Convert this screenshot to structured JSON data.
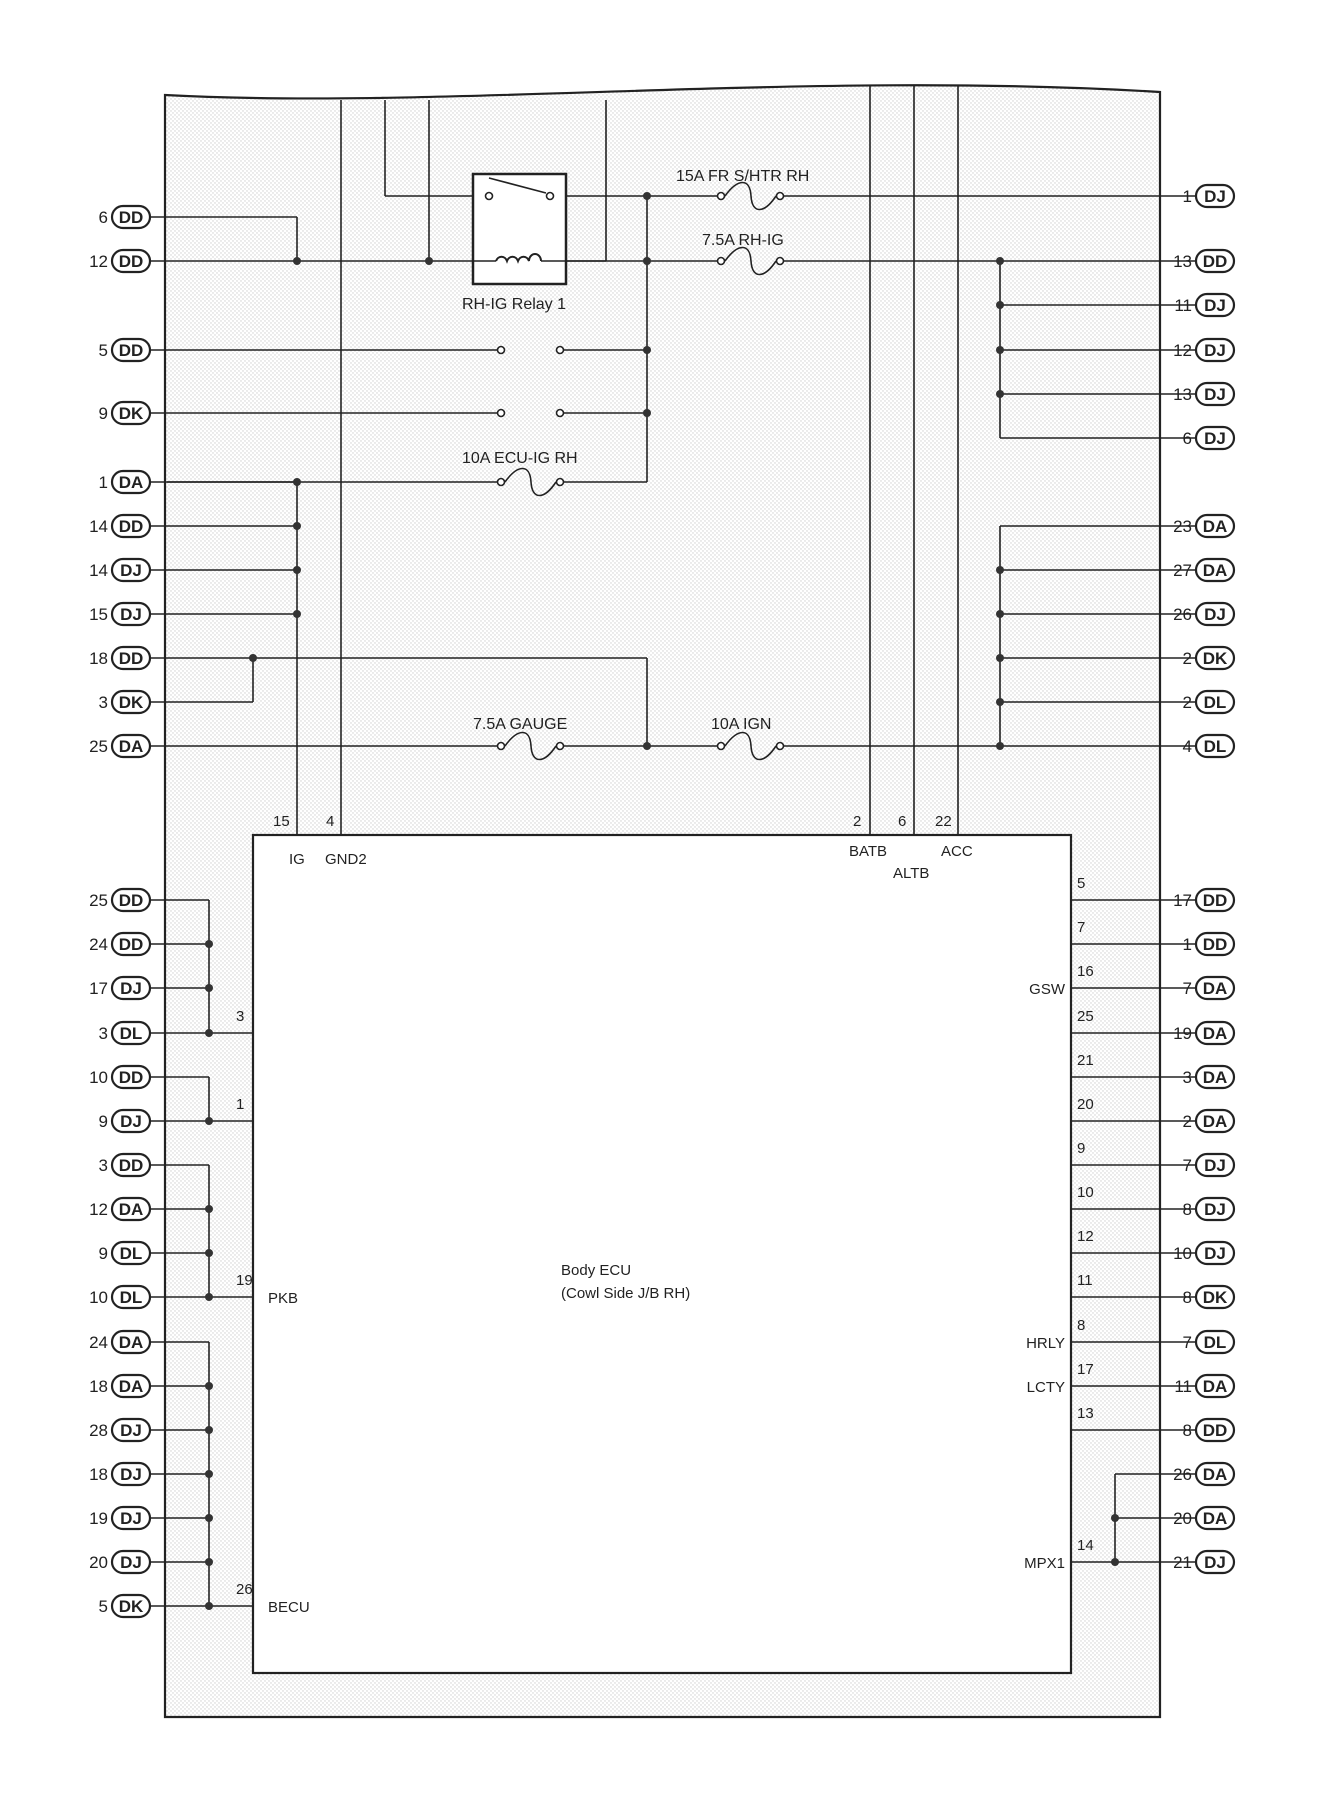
{
  "fuses": {
    "f1": "15A FR S/HTR RH",
    "f2": "7.5A RH-IG",
    "f3": "10A ECU-IG RH",
    "f4": "7.5A GAUGE",
    "f5": "10A IGN"
  },
  "relay_label": "RH-IG Relay 1",
  "ecu": {
    "name_line1": "Body ECU",
    "name_line2": "(Cowl Side J/B RH)",
    "pins_top": [
      {
        "num": "15",
        "name": "IG"
      },
      {
        "num": "4",
        "name": "GND2"
      },
      {
        "num": "2",
        "name": "BATB"
      },
      {
        "num": "6",
        "name": "ALTB"
      },
      {
        "num": "22",
        "name": "ACC"
      }
    ],
    "pins_left": [
      {
        "num": "3",
        "name": ""
      },
      {
        "num": "1",
        "name": ""
      },
      {
        "num": "19",
        "name": "PKB"
      },
      {
        "num": "26",
        "name": "BECU"
      }
    ],
    "pins_right": [
      {
        "num": "5",
        "name": ""
      },
      {
        "num": "7",
        "name": ""
      },
      {
        "num": "16",
        "name": "GSW"
      },
      {
        "num": "25",
        "name": ""
      },
      {
        "num": "21",
        "name": ""
      },
      {
        "num": "20",
        "name": ""
      },
      {
        "num": "9",
        "name": ""
      },
      {
        "num": "10",
        "name": ""
      },
      {
        "num": "12",
        "name": ""
      },
      {
        "num": "11",
        "name": ""
      },
      {
        "num": "8",
        "name": "HRLY"
      },
      {
        "num": "17",
        "name": "LCTY"
      },
      {
        "num": "13",
        "name": ""
      },
      {
        "num": "14",
        "name": "MPX1"
      }
    ]
  },
  "left_connectors_upper": [
    {
      "pin": "6",
      "conn": "DD"
    },
    {
      "pin": "12",
      "conn": "DD"
    },
    {
      "pin": "5",
      "conn": "DD"
    },
    {
      "pin": "9",
      "conn": "DK"
    },
    {
      "pin": "1",
      "conn": "DA"
    },
    {
      "pin": "14",
      "conn": "DD"
    },
    {
      "pin": "14",
      "conn": "DJ"
    },
    {
      "pin": "15",
      "conn": "DJ"
    },
    {
      "pin": "18",
      "conn": "DD"
    },
    {
      "pin": "3",
      "conn": "DK"
    },
    {
      "pin": "25",
      "conn": "DA"
    }
  ],
  "right_connectors_upper": [
    {
      "pin": "1",
      "conn": "DJ"
    },
    {
      "pin": "13",
      "conn": "DD"
    },
    {
      "pin": "11",
      "conn": "DJ"
    },
    {
      "pin": "12",
      "conn": "DJ"
    },
    {
      "pin": "13",
      "conn": "DJ"
    },
    {
      "pin": "6",
      "conn": "DJ"
    },
    {
      "pin": "23",
      "conn": "DA"
    },
    {
      "pin": "27",
      "conn": "DA"
    },
    {
      "pin": "26",
      "conn": "DJ"
    },
    {
      "pin": "2",
      "conn": "DK"
    },
    {
      "pin": "2",
      "conn": "DL"
    },
    {
      "pin": "4",
      "conn": "DL"
    }
  ],
  "left_connectors_lower": [
    {
      "pin": "25",
      "conn": "DD"
    },
    {
      "pin": "24",
      "conn": "DD"
    },
    {
      "pin": "17",
      "conn": "DJ"
    },
    {
      "pin": "3",
      "conn": "DL"
    },
    {
      "pin": "10",
      "conn": "DD"
    },
    {
      "pin": "9",
      "conn": "DJ"
    },
    {
      "pin": "3",
      "conn": "DD"
    },
    {
      "pin": "12",
      "conn": "DA"
    },
    {
      "pin": "9",
      "conn": "DL"
    },
    {
      "pin": "10",
      "conn": "DL"
    },
    {
      "pin": "24",
      "conn": "DA"
    },
    {
      "pin": "18",
      "conn": "DA"
    },
    {
      "pin": "28",
      "conn": "DJ"
    },
    {
      "pin": "18",
      "conn": "DJ"
    },
    {
      "pin": "19",
      "conn": "DJ"
    },
    {
      "pin": "20",
      "conn": "DJ"
    },
    {
      "pin": "5",
      "conn": "DK"
    }
  ],
  "right_connectors_lower": [
    {
      "pin": "17",
      "conn": "DD"
    },
    {
      "pin": "1",
      "conn": "DD"
    },
    {
      "pin": "7",
      "conn": "DA"
    },
    {
      "pin": "19",
      "conn": "DA"
    },
    {
      "pin": "3",
      "conn": "DA"
    },
    {
      "pin": "2",
      "conn": "DA"
    },
    {
      "pin": "7",
      "conn": "DJ"
    },
    {
      "pin": "8",
      "conn": "DJ"
    },
    {
      "pin": "10",
      "conn": "DJ"
    },
    {
      "pin": "8",
      "conn": "DK"
    },
    {
      "pin": "7",
      "conn": "DL"
    },
    {
      "pin": "11",
      "conn": "DA"
    },
    {
      "pin": "8",
      "conn": "DD"
    },
    {
      "pin": "26",
      "conn": "DA"
    },
    {
      "pin": "20",
      "conn": "DA"
    },
    {
      "pin": "21",
      "conn": "DJ"
    }
  ]
}
